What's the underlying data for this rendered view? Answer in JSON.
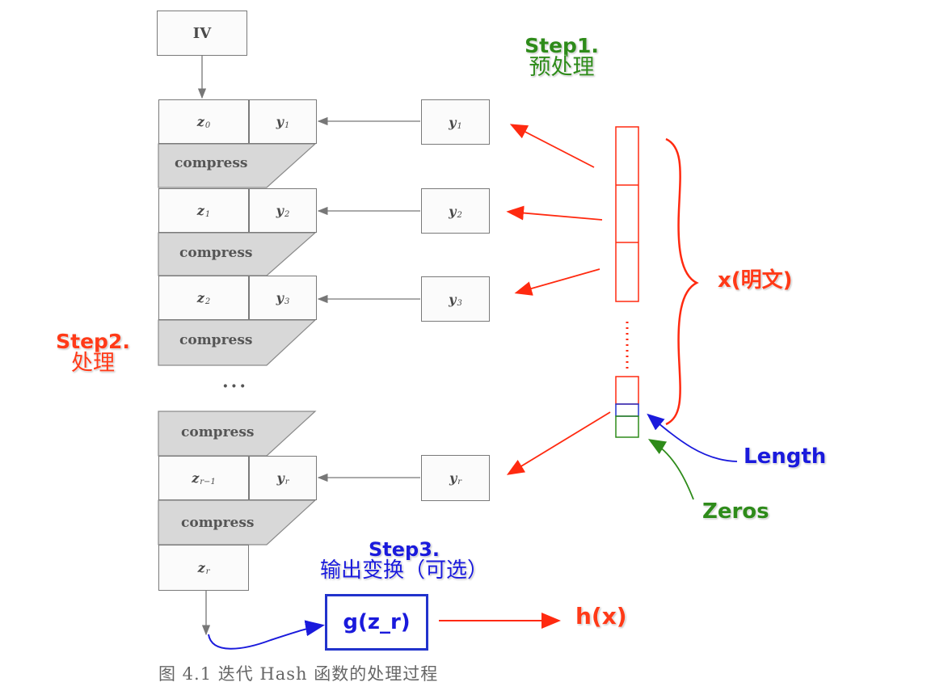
{
  "iv": "IV",
  "chain": [
    {
      "z": "z",
      "z_sub": "0",
      "y": "y",
      "y_sub": "1"
    },
    {
      "z": "z",
      "z_sub": "1",
      "y": "y",
      "y_sub": "2"
    },
    {
      "z": "z",
      "z_sub": "2",
      "y": "y",
      "y_sub": "3"
    },
    {
      "z": "z",
      "z_sub": "r−1",
      "y": "y",
      "y_sub": "r"
    }
  ],
  "final_z": {
    "z": "z",
    "z_sub": "r"
  },
  "compress_label": "compress",
  "ellipsis": "···",
  "step1": {
    "title": "Step1.",
    "subtitle": "预处理"
  },
  "step2": {
    "title": "Step2.",
    "subtitle": "处理"
  },
  "step3": {
    "title": "Step3.",
    "subtitle": "输出变换（可选）"
  },
  "plaintext_label": "x(明文)",
  "length_label": "Length",
  "zeros_label": "Zeros",
  "g_label": "g(z_r)",
  "h_label": "h(x)",
  "caption": "图 4.1    迭代 Hash 函数的处理过程",
  "colors": {
    "red": "#ff3a18",
    "green": "#2e8b1a",
    "blue": "#1a1adc",
    "gray": "#d9d9d9"
  }
}
